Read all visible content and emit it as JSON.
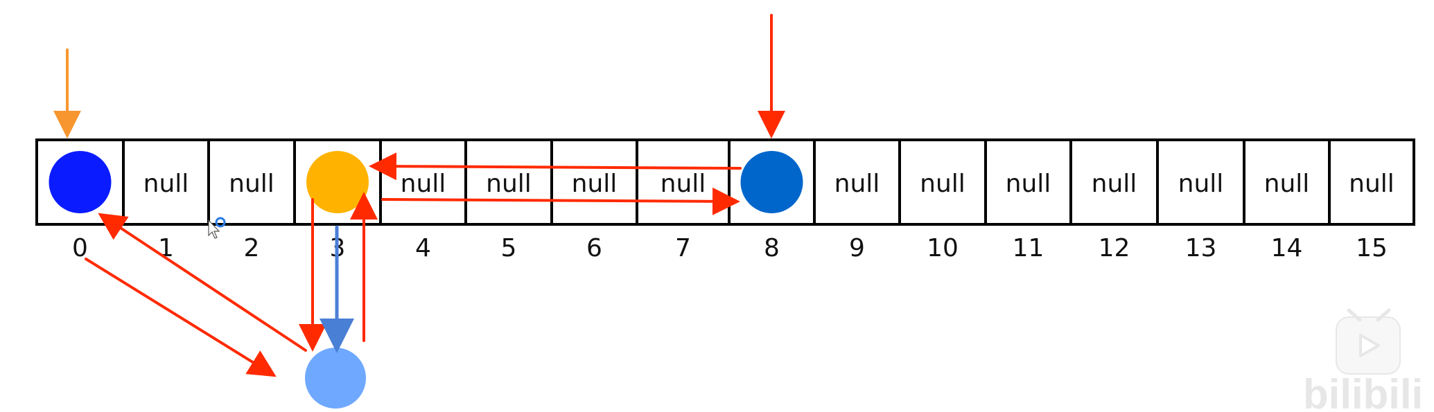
{
  "array": {
    "cells": [
      {
        "index": "0",
        "content": "",
        "node_color": "#0a1cff"
      },
      {
        "index": "1",
        "content": "null"
      },
      {
        "index": "2",
        "content": "null"
      },
      {
        "index": "3",
        "content": "",
        "node_color": "#ffb300"
      },
      {
        "index": "4",
        "content": "null"
      },
      {
        "index": "5",
        "content": "null"
      },
      {
        "index": "6",
        "content": "null"
      },
      {
        "index": "7",
        "content": "null"
      },
      {
        "index": "8",
        "content": "",
        "node_color": "#0066cc"
      },
      {
        "index": "9",
        "content": "null"
      },
      {
        "index": "10",
        "content": "null"
      },
      {
        "index": "11",
        "content": "null"
      },
      {
        "index": "12",
        "content": "null"
      },
      {
        "index": "13",
        "content": "null"
      },
      {
        "index": "14",
        "content": "null"
      },
      {
        "index": "15",
        "content": "null"
      }
    ]
  },
  "extra_node": {
    "color": "#6fa8ff"
  },
  "colors": {
    "arrow_red": "#ff2a00",
    "arrow_orange": "#f7962f",
    "arrow_blue": "#4a7fd6",
    "grid": "#000000"
  },
  "watermark": {
    "brand": "bilibili"
  }
}
